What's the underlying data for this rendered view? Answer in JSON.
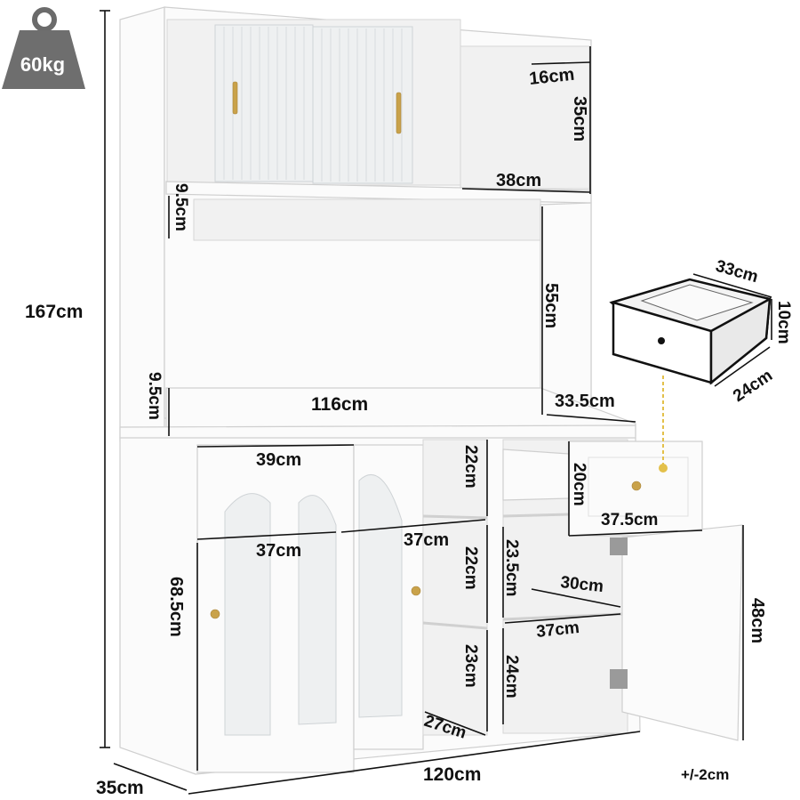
{
  "weight_badge": {
    "label": "60kg",
    "icon": "weight-icon"
  },
  "tolerance": "+/-2cm",
  "dimensions": {
    "total_height": "167cm",
    "depth": "35cm",
    "width": "120cm",
    "top_cubby_depth": "16cm",
    "top_cubby_height": "35cm",
    "top_cubby_width": "38cm",
    "top_shelf_gap": "9.5cm",
    "open_area_height": "55cm",
    "counter_lip": "9.5cm",
    "counter_width": "116cm",
    "counter_side_width": "33.5cm",
    "door_panel_width": "39cm",
    "door_inner_width_left": "37cm",
    "door_inner_width_right": "37cm",
    "door_height": "68.5cm",
    "mid_shelf_top": "22cm",
    "mid_shelf_middle": "22cm",
    "mid_shelf_bottom": "23cm",
    "mid_shelf_depth": "27cm",
    "drawer_height": "20cm",
    "drawer_width": "37.5cm",
    "right_compartment_upper": "23.5cm",
    "right_shelf_depth": "30cm",
    "right_shelf_width": "37cm",
    "right_compartment_lower": "24cm",
    "right_door_height": "48cm",
    "drawer_inset_width": "33cm",
    "drawer_inset_height": "10cm",
    "drawer_inset_depth": "24cm"
  }
}
